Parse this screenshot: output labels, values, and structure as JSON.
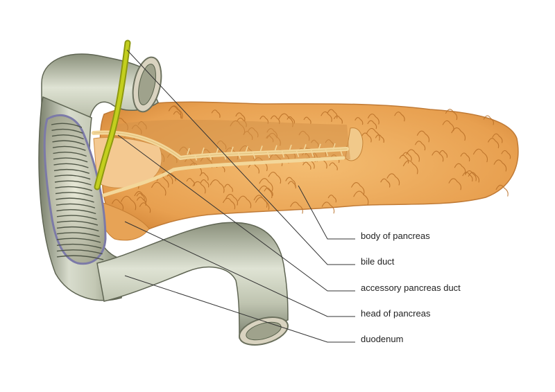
{
  "labels": [
    {
      "id": "body",
      "text": "body of pancreas"
    },
    {
      "id": "bile",
      "text": "bile duct"
    },
    {
      "id": "accessory",
      "text": "accessory pancreas duct"
    },
    {
      "id": "head",
      "text": "head of pancreas"
    },
    {
      "id": "duodenum",
      "text": "duodenum"
    }
  ],
  "colors": {
    "pancreas_light": "#f0b060",
    "pancreas_mid": "#e39a45",
    "pancreas_dark": "#c97a2c",
    "duodenum_light": "#d8dccd",
    "duodenum_mid": "#a9ae98",
    "duodenum_dark": "#6f7562",
    "bile_duct": "#b6c214",
    "ducts": "#f3d79a",
    "leader_line": "#333333"
  }
}
